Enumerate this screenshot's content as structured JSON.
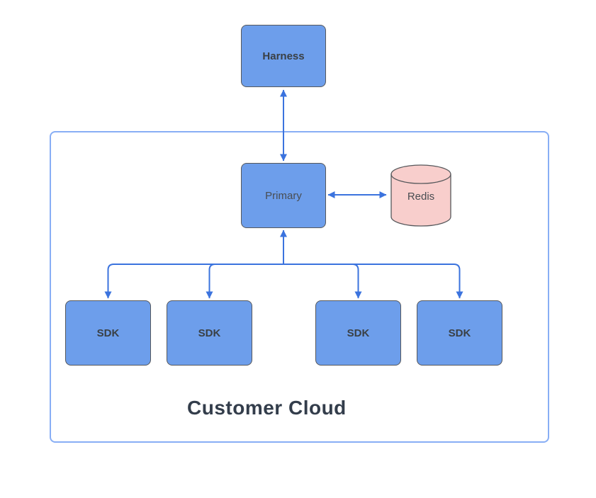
{
  "diagram": {
    "title": "Customer Cloud",
    "nodes": {
      "harness": {
        "label": "Harness"
      },
      "primary": {
        "label": "Primary"
      },
      "redis": {
        "label": "Redis"
      },
      "sdks": [
        {
          "label": "SDK"
        },
        {
          "label": "SDK"
        },
        {
          "label": "SDK"
        },
        {
          "label": "SDK"
        }
      ]
    },
    "container": {
      "label": "Customer Cloud"
    },
    "connectors": [
      {
        "from": "Harness",
        "to": "Primary",
        "direction": "bidirectional"
      },
      {
        "from": "Primary",
        "to": "Redis",
        "direction": "bidirectional"
      },
      {
        "from": "SDK bus",
        "to": "Primary",
        "direction": "up"
      },
      {
        "from": "Primary bus",
        "to": "SDK 1",
        "direction": "down"
      },
      {
        "from": "Primary bus",
        "to": "SDK 2",
        "direction": "down"
      },
      {
        "from": "Primary bus",
        "to": "SDK 3",
        "direction": "down"
      },
      {
        "from": "Primary bus",
        "to": "SDK 4",
        "direction": "down"
      }
    ]
  },
  "colors": {
    "node_fill": "#6d9eeb",
    "node_border": "#56585b",
    "redis_fill": "#f8cecc",
    "redis_border": "#56585b",
    "arrow": "#3b73de",
    "container_border": "#88aef5",
    "label_dark": "#3a4045",
    "label_regular": "#494d52",
    "container_label": "#333d4b",
    "background": "#ffffff"
  }
}
